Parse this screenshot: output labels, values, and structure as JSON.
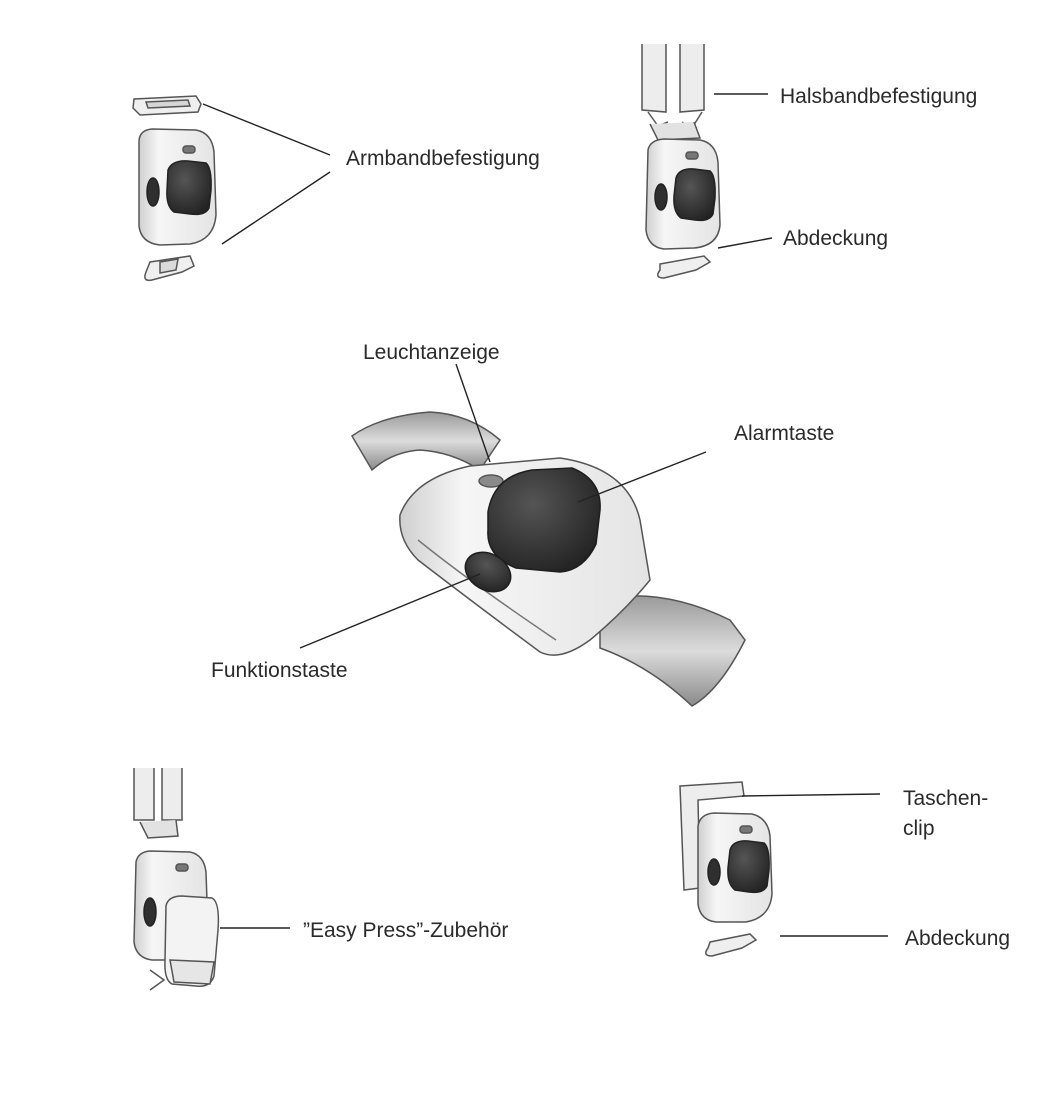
{
  "labels": {
    "armband": "Armbandbefestigung",
    "halsband": "Halsbandbefestigung",
    "abdeckung_top": "Abdeckung",
    "leuchtanzeige": "Leuchtanzeige",
    "alarmtaste": "Alarmtaste",
    "funktionstaste": "Funktionstaste",
    "easy_press": "”Easy Press”-Zubehör",
    "taschen_1": "Taschen-",
    "taschen_2": "clip",
    "abdeckung_bottom": "Abdeckung"
  },
  "colors": {
    "ink": "#2a2a2a",
    "device_body": "#f1f1f1",
    "device_outline": "#555555",
    "button_dark": "#2b2b2b",
    "strap": "#bdbdbd"
  }
}
